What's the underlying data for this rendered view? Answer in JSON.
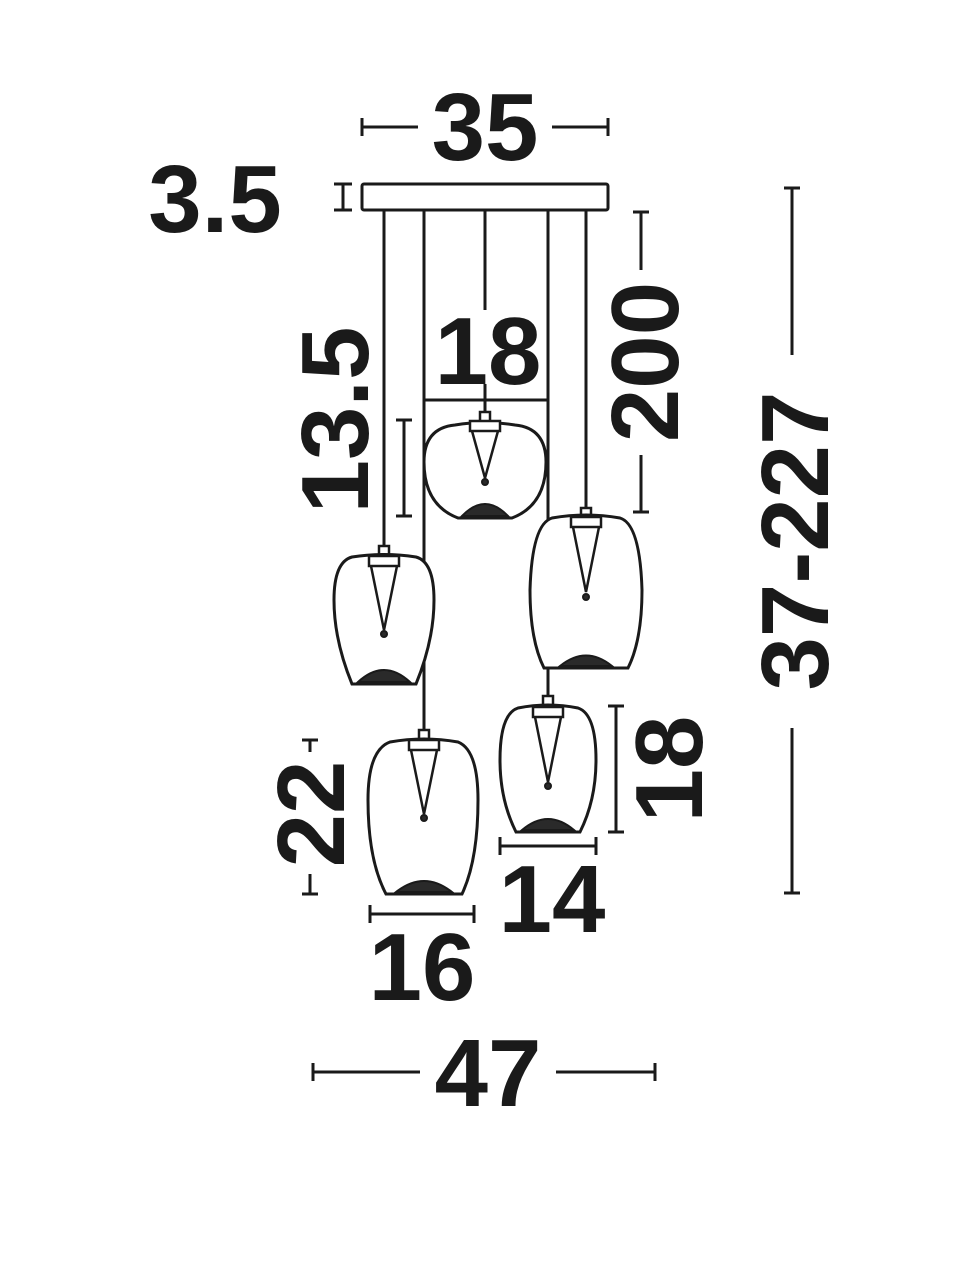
{
  "dimensions": {
    "canopy_width": "35",
    "canopy_height": "3.5",
    "shade_small_width": "18",
    "shade_small_height": "13.5",
    "cable_length": "200",
    "total_height": "37-227",
    "shade_large_height": "22",
    "shade_large_width": "16",
    "shade_medium_height": "18",
    "shade_medium_width": "14",
    "total_width": "47"
  },
  "colors": {
    "ink": "#1a1a1a",
    "background": "#ffffff"
  }
}
